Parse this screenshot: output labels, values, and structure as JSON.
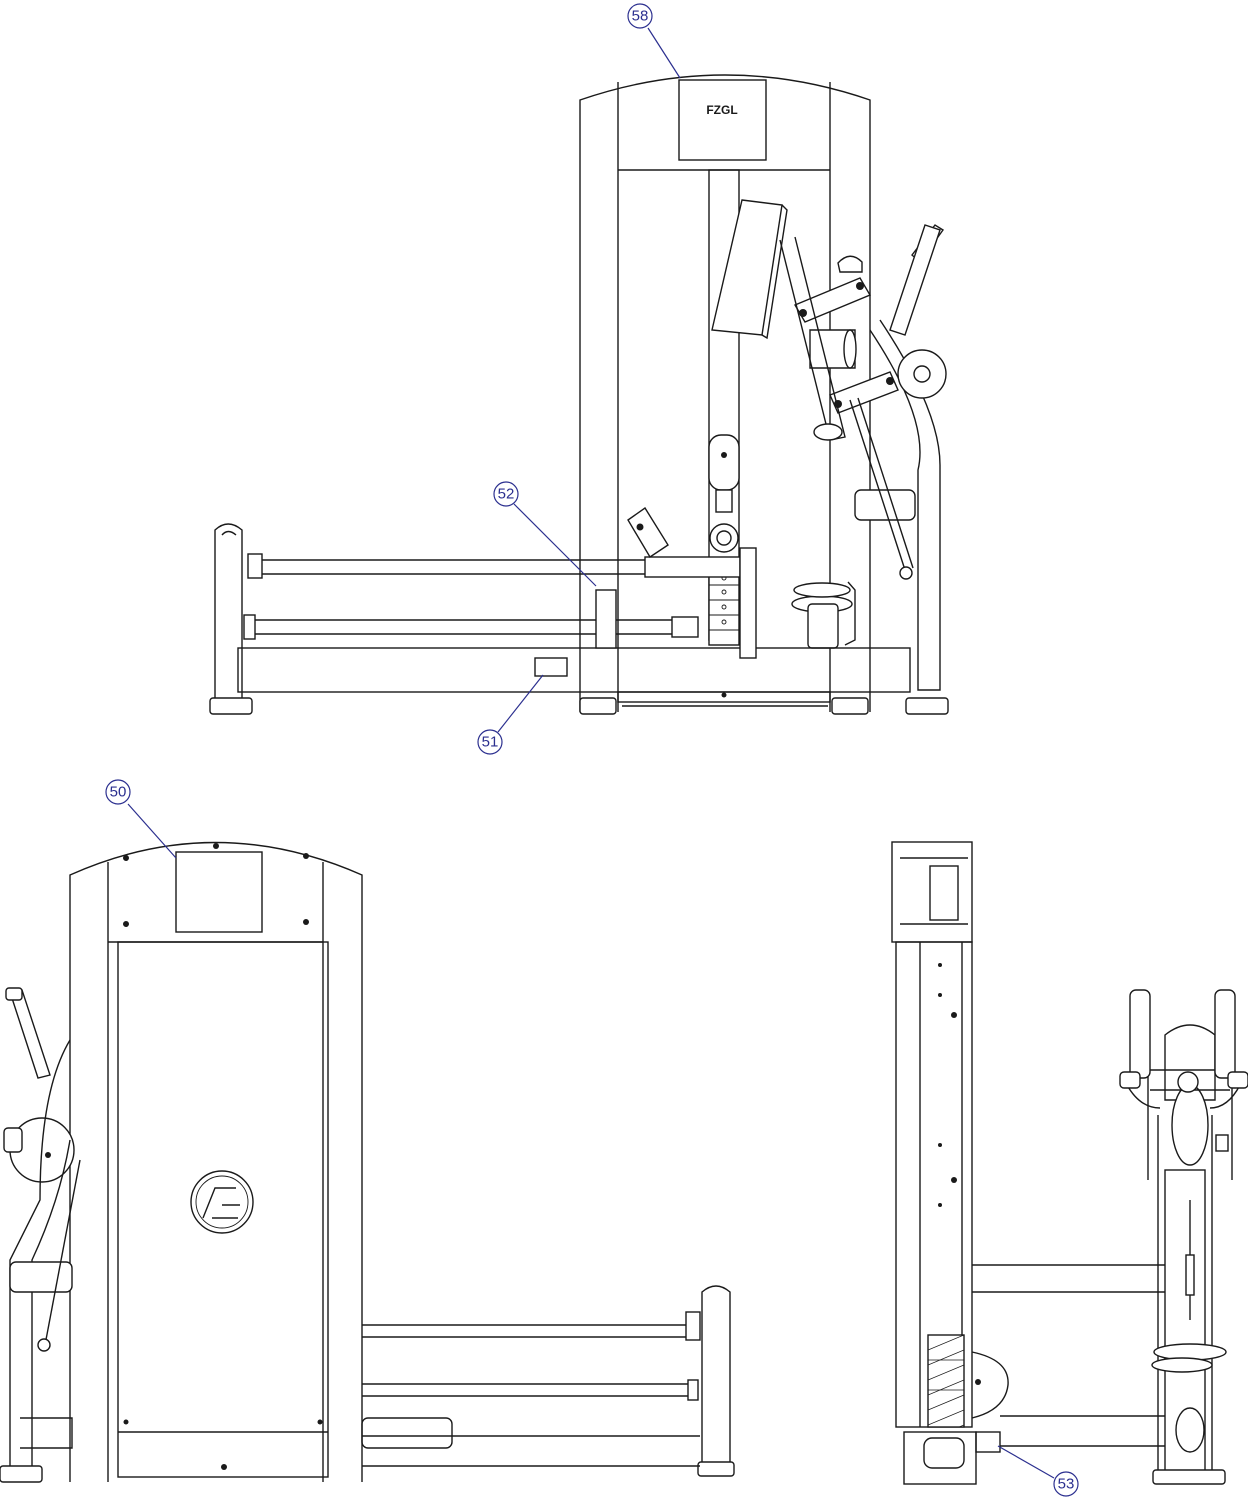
{
  "diagram": {
    "brand_plate_text": "FZGL",
    "callouts": [
      {
        "id": "58",
        "label": "58"
      },
      {
        "id": "52",
        "label": "52"
      },
      {
        "id": "51",
        "label": "51"
      },
      {
        "id": "50",
        "label": "50"
      },
      {
        "id": "53",
        "label": "53"
      }
    ],
    "colors": {
      "line": "#1a1a1a",
      "callout": "#2b2f8f",
      "background": "#ffffff"
    }
  }
}
